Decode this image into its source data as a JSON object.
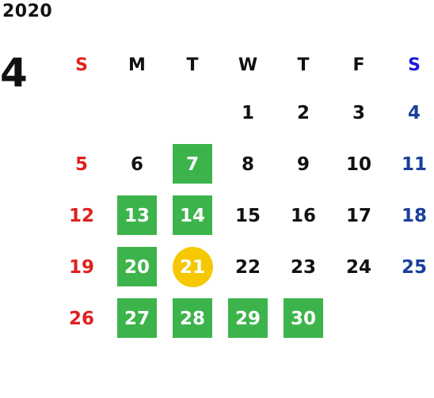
{
  "year": "2020",
  "month": "4",
  "colors": {
    "sunday": "#e02020",
    "saturday_header": "#1a1adb",
    "saturday": "#1a3f9a",
    "weekday": "#111111",
    "highlight": "#3cb44b",
    "today": "#f5c800",
    "highlight_text": "#ffffff"
  },
  "weekdays": [
    "S",
    "M",
    "T",
    "W",
    "T",
    "F",
    "S"
  ],
  "weeks": [
    [
      null,
      null,
      null,
      {
        "d": "1"
      },
      {
        "d": "2"
      },
      {
        "d": "3"
      },
      {
        "d": "4"
      }
    ],
    [
      {
        "d": "5"
      },
      {
        "d": "6"
      },
      {
        "d": "7",
        "mark": "green"
      },
      {
        "d": "8"
      },
      {
        "d": "9"
      },
      {
        "d": "10"
      },
      {
        "d": "11"
      }
    ],
    [
      {
        "d": "12"
      },
      {
        "d": "13",
        "mark": "green"
      },
      {
        "d": "14",
        "mark": "green"
      },
      {
        "d": "15"
      },
      {
        "d": "16"
      },
      {
        "d": "17"
      },
      {
        "d": "18"
      }
    ],
    [
      {
        "d": "19"
      },
      {
        "d": "20",
        "mark": "green"
      },
      {
        "d": "21",
        "mark": "today"
      },
      {
        "d": "22"
      },
      {
        "d": "23"
      },
      {
        "d": "24"
      },
      {
        "d": "25"
      }
    ],
    [
      {
        "d": "26"
      },
      {
        "d": "27",
        "mark": "green"
      },
      {
        "d": "28",
        "mark": "green"
      },
      {
        "d": "29",
        "mark": "green"
      },
      {
        "d": "30",
        "mark": "green"
      },
      null,
      null
    ]
  ]
}
